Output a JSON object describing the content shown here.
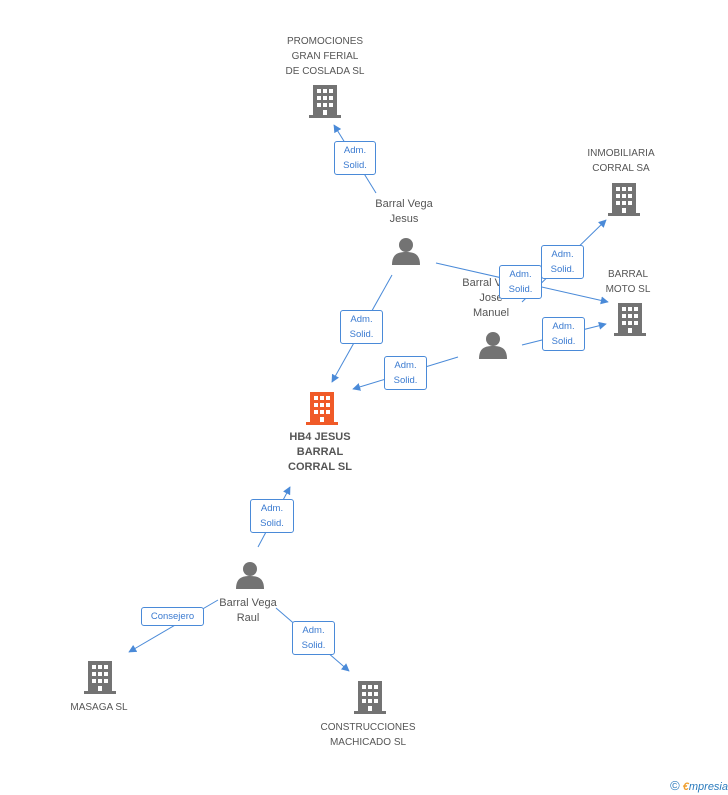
{
  "colors": {
    "node_gray": "#737373",
    "node_main": "#f05a28",
    "edge": "#4a8ad8",
    "label": "#555555"
  },
  "nodes": {
    "promociones": {
      "label": "PROMOCIONES\nGRAN FERIAL\nDE COSLADA SL",
      "icon": "building-icon"
    },
    "inmobiliaria": {
      "label": "INMOBILIARIA\nCORRAL SA",
      "icon": "building-icon"
    },
    "barral_moto": {
      "label": "BARRAL\nMOTO SL",
      "icon": "building-icon"
    },
    "hb4": {
      "label": "HB4 JESUS\nBARRAL\nCORRAL SL",
      "icon": "building-icon"
    },
    "masaga": {
      "label": "MASAGA SL",
      "icon": "building-icon"
    },
    "construcciones": {
      "label": "CONSTRUCCIONES\nMACHICADO SL",
      "icon": "building-icon"
    },
    "jesus": {
      "label": "Barral Vega\nJesus",
      "icon": "person-icon"
    },
    "jose": {
      "label": "Barral Vega\nJose\nManuel",
      "icon": "person-icon"
    },
    "raul": {
      "label": "Barral Vega\nRaul",
      "icon": "person-icon"
    }
  },
  "edges": {
    "jesus_promociones": "Adm.\nSolid.",
    "jesus_hb4": "Adm.\nSolid.",
    "jesus_barral_moto": "Adm.\nSolid.",
    "jose_inmobiliaria": "Adm.\nSolid.",
    "jose_barral_moto": "Adm.\nSolid.",
    "jose_hb4": "Adm.\nSolid.",
    "raul_hb4": "Adm.\nSolid.",
    "raul_masaga": "Consejero",
    "raul_construcciones": "Adm.\nSolid."
  },
  "footer": {
    "copyright": "©",
    "brand_first": "€",
    "brand_rest": "mpresia"
  }
}
